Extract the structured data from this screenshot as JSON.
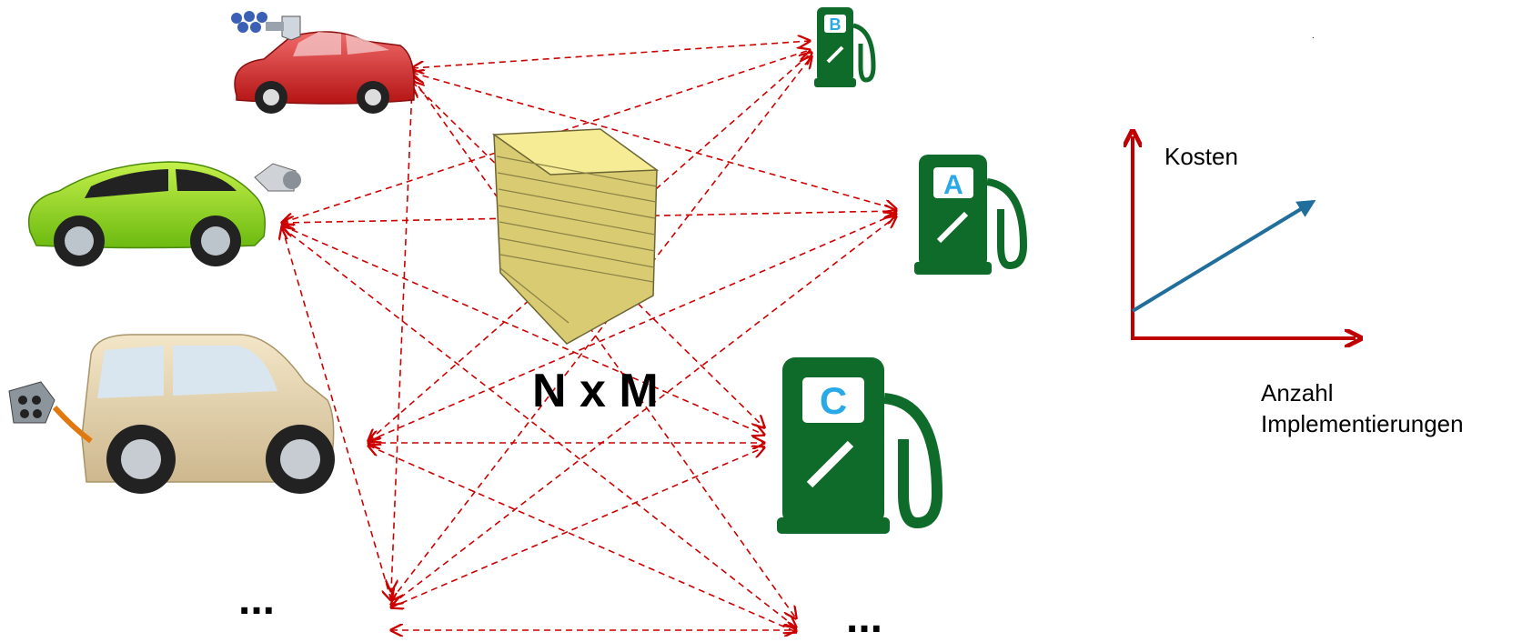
{
  "labels": {
    "nxm": "N x M",
    "cars_more": "...",
    "stations_more": "..."
  },
  "stations": [
    {
      "letter": "B"
    },
    {
      "letter": "A"
    },
    {
      "letter": "C"
    }
  ],
  "graph": {
    "y_label": "Kosten",
    "x_label_line1": "Anzahl",
    "x_label_line2": "Implementierungen",
    "stray_mark": "."
  },
  "colors": {
    "connection_lines": "#cc0000",
    "axis": "#c00000",
    "trend_line": "#1f6e9c",
    "station_green": "#0f6b2a",
    "station_letter": "#29a9e6",
    "document_stack": "#f7ec96"
  },
  "icons": [
    "red-car-icon",
    "green-car-icon",
    "beige-car-icon",
    "document-stack-icon",
    "charging-station-b-icon",
    "charging-station-a-icon",
    "charging-station-c-icon"
  ]
}
